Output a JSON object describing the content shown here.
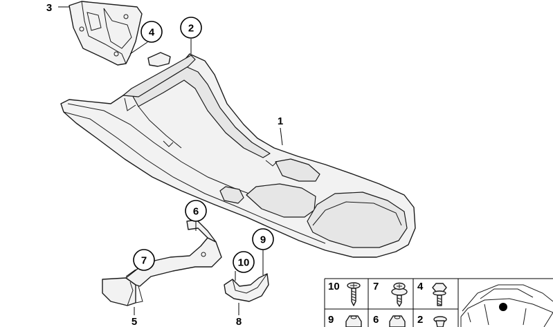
{
  "callouts": [
    {
      "id": "c1",
      "label": "1"
    },
    {
      "id": "c2",
      "label": "2"
    },
    {
      "id": "c3",
      "label": "3"
    },
    {
      "id": "c4",
      "label": "4"
    },
    {
      "id": "c5",
      "label": "5"
    },
    {
      "id": "c6",
      "label": "6"
    },
    {
      "id": "c7",
      "label": "7"
    },
    {
      "id": "c8",
      "label": "8"
    },
    {
      "id": "c9",
      "label": "9"
    },
    {
      "id": "c10",
      "label": "10"
    }
  ],
  "fastener_table": [
    {
      "label": "10",
      "icon": "screw-icon"
    },
    {
      "label": "7",
      "icon": "screw-washer-icon"
    },
    {
      "label": "4",
      "icon": "bolt-icon"
    },
    {
      "label": "9",
      "icon": "nut-icon"
    },
    {
      "label": "6",
      "icon": "nut-icon"
    },
    {
      "label": "2",
      "icon": "clip-icon"
    }
  ],
  "colors": {
    "line": "#1a1a1a",
    "fill": "#f2f2f2",
    "marker": "#000000"
  }
}
